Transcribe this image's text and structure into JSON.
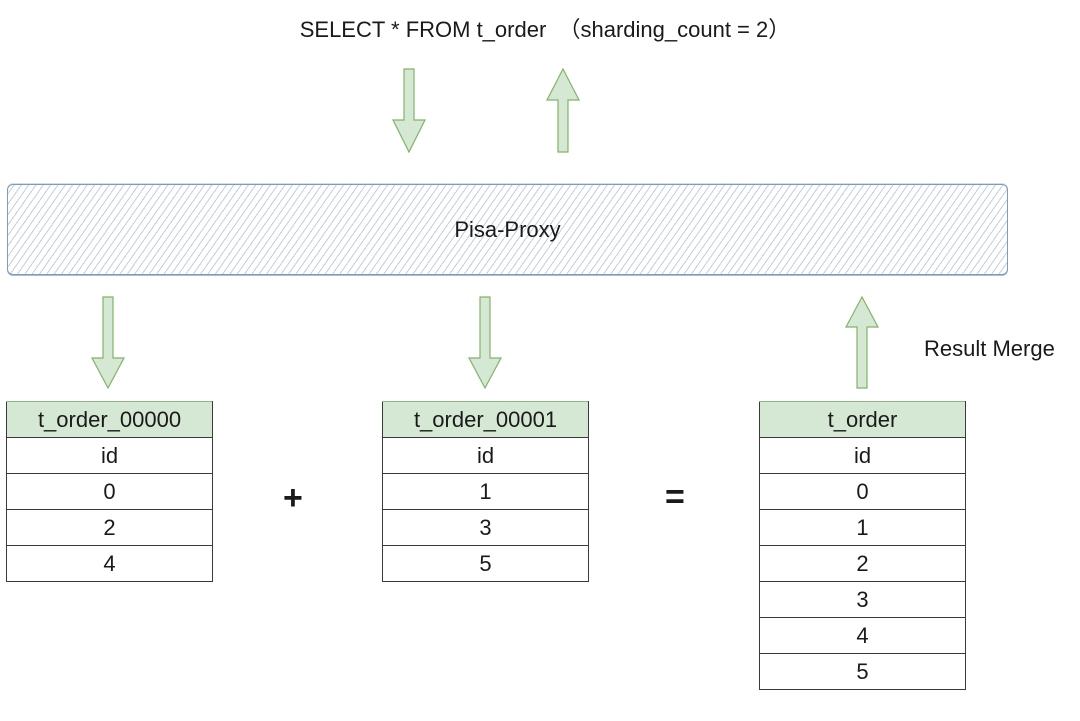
{
  "query": {
    "text": "SELECT * FROM t_order  （sharding_count = 2）"
  },
  "proxy": {
    "label": "Pisa-Proxy"
  },
  "merge": {
    "label": "Result Merge"
  },
  "tables": [
    {
      "name": "t_order_00000",
      "column": "id",
      "rows": [
        "0",
        "2",
        "4"
      ]
    },
    {
      "name": "t_order_00001",
      "column": "id",
      "rows": [
        "1",
        "3",
        "5"
      ]
    },
    {
      "name": "t_order",
      "column": "id",
      "rows": [
        "0",
        "1",
        "2",
        "3",
        "4",
        "5"
      ]
    }
  ],
  "operators": {
    "plus": "+",
    "equals": "="
  },
  "colors": {
    "arrow_fill": "#d5e8d4",
    "arrow_stroke": "#82b366",
    "proxy_border": "#7f9bbd",
    "table_header_fill": "#d5e8d4"
  }
}
